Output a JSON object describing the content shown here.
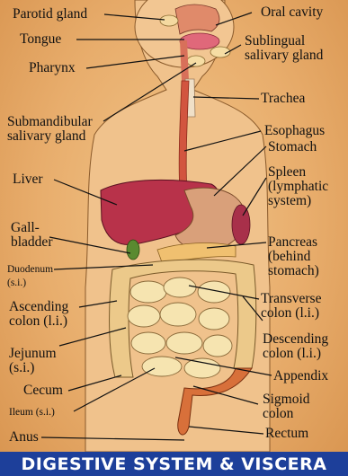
{
  "labels": {
    "parotid_gland": "Parotid gland",
    "oral_cavity": "Oral cavity",
    "tongue": "Tongue",
    "sublingual_salivary_gland": "Sublingual\nsalivary gland",
    "pharynx": "Pharynx",
    "trachea": "Trachea",
    "submandibular_salivary_gland": "Submandibular\nsalivary gland",
    "esophagus": "Esophagus",
    "stomach": "Stomach",
    "liver": "Liver",
    "spleen": "Spleen\n(lymphatic\nsystem)",
    "gallbladder": "Gall-\nbladder",
    "pancreas": "Pancreas\n(behind\nstomach)",
    "duodenum": "Duodenum",
    "duodenum_note": "(s.i.)",
    "transverse_colon": "Transverse\ncolon (l.i.)",
    "ascending_colon": "Ascending\ncolon (l.i.)",
    "descending_colon": "Descending\ncolon (l.i.)",
    "jejunum": "Jejunum\n(s.i.)",
    "appendix": "Appendix",
    "cecum": "Cecum",
    "sigmoid_colon": "Sigmoid\ncolon",
    "ileum": "Ileum (s.i.)",
    "rectum": "Rectum",
    "anus": "Anus"
  },
  "banner": "DIGESTIVE SYSTEM & VISCERA",
  "colors": {
    "background": "#e8ad6c",
    "banner": "#1d3f9a",
    "banner_text": "#ffffff",
    "liver": "#b8324a",
    "stomach": "#d9a07a",
    "intestine": "#f3dfa8",
    "esophagus": "#d2553f",
    "leader_line": "#111111"
  }
}
